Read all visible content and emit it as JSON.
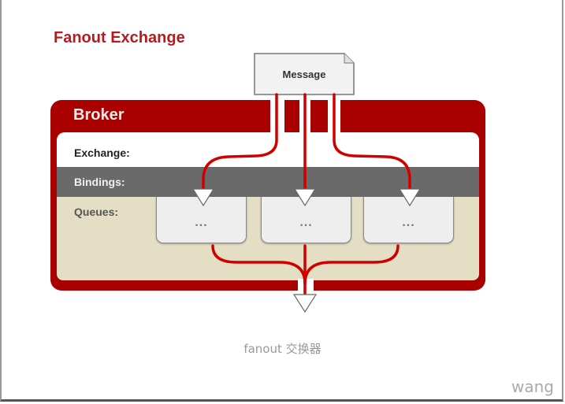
{
  "diagram": {
    "title": "Fanout Exchange",
    "message_label": "Message",
    "broker_label": "Broker",
    "rows": {
      "exchange": "Exchange:",
      "bindings": "Bindings:",
      "queues": "Queues:"
    },
    "queues": [
      {
        "label": "..."
      },
      {
        "label": "..."
      },
      {
        "label": "..."
      }
    ],
    "colors": {
      "title": "#b51c22",
      "broker": "#a90000",
      "arrow": "#d00000",
      "bindings_band": "#6a6a6a",
      "queues_band": "#e4dfc4"
    }
  },
  "caption": "fanout 交换器",
  "watermark": "wang"
}
